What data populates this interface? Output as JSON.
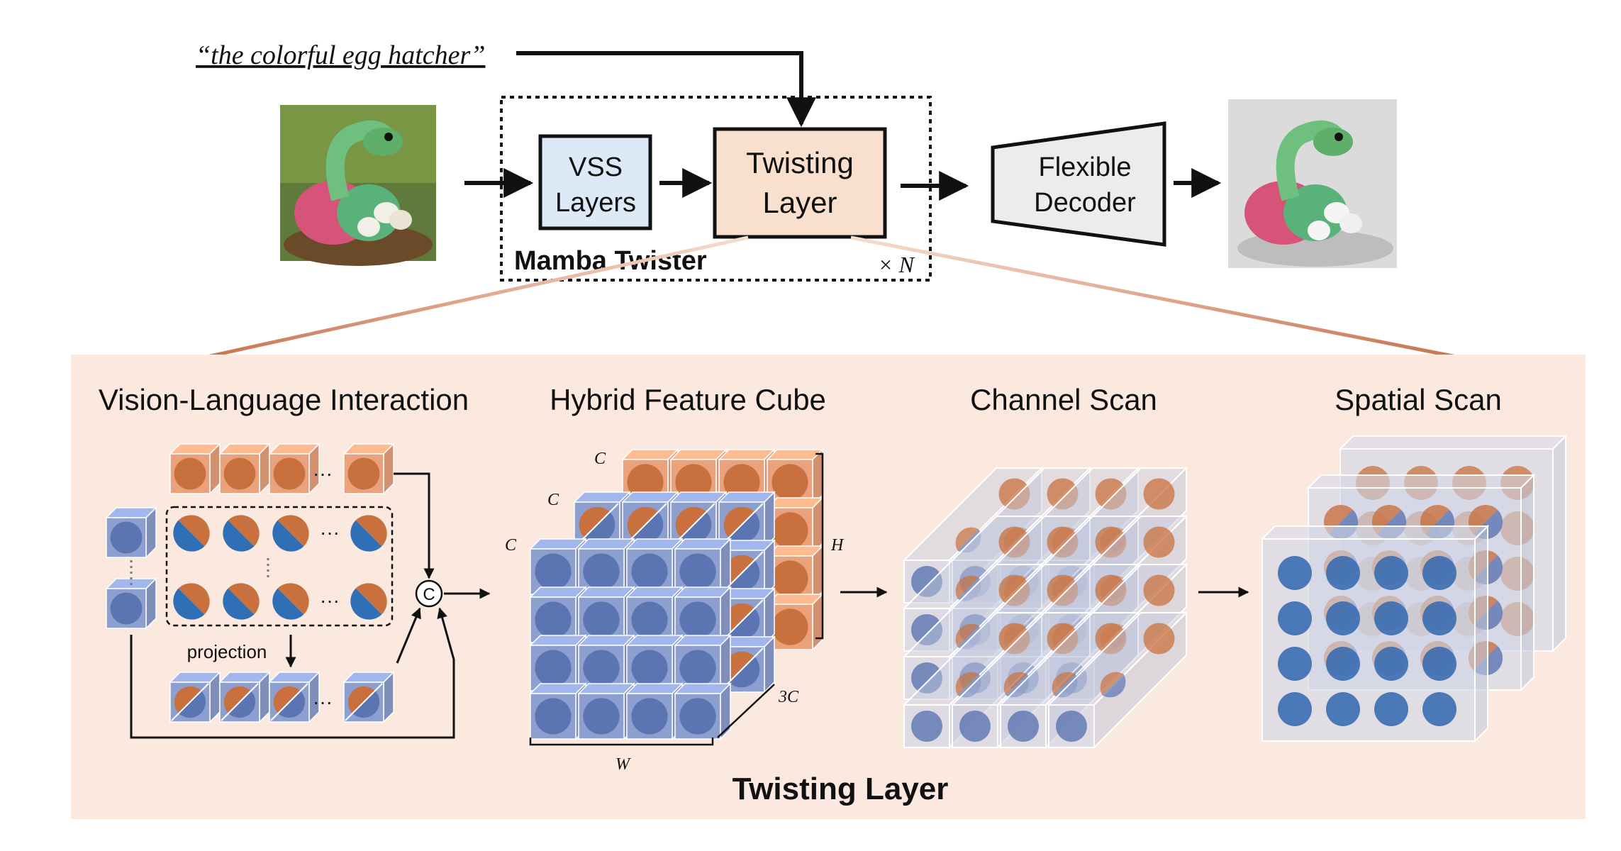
{
  "prompt": "“the colorful egg hatcher”",
  "top": {
    "vss_line1": "VSS",
    "vss_line2": "Layers",
    "twist_line1": "Twisting",
    "twist_line2": "Layer",
    "mamba_label": "Mamba Twister",
    "repeat_label": "× N",
    "decoder_line1": "Flexible",
    "decoder_line2": "Decoder"
  },
  "bottom": {
    "panel_title": "Twisting Layer",
    "sec_vli": "Vision-Language Interaction",
    "sec_cube": "Hybrid Feature Cube",
    "sec_channel": "Channel Scan",
    "sec_spatial": "Spatial Scan",
    "projection": "projection",
    "concat_symbol": "C",
    "dim_c": "C",
    "dim_h": "H",
    "dim_w": "W",
    "dim_3c": "3C",
    "dots": "···"
  },
  "colors": {
    "blue": "#5b74b2",
    "orange": "#c8713e",
    "vss_fill": "#dce9f6",
    "twist_fill": "#f9dfcd",
    "panel_bg": "#fbe9df",
    "decoder_fill": "#ececec"
  },
  "icons": [
    "snake-image-icon",
    "snake-grayscale-image-icon",
    "concat-icon"
  ]
}
